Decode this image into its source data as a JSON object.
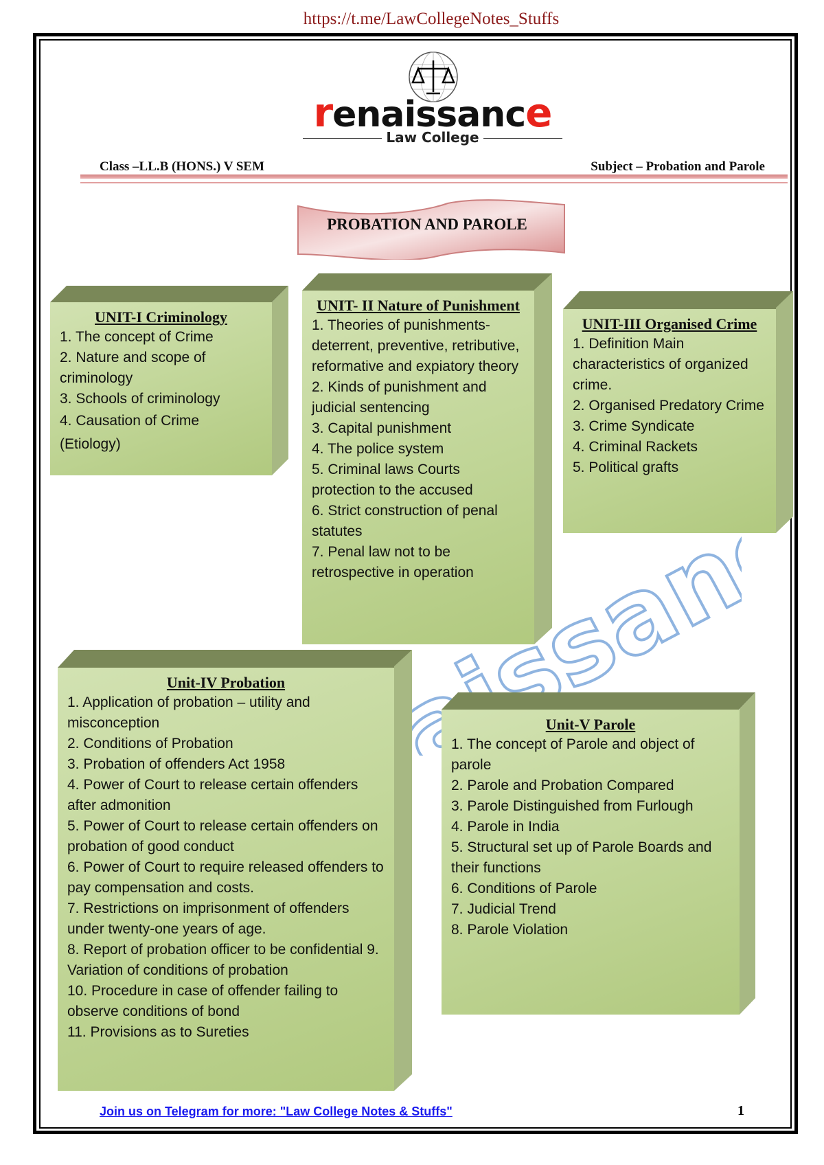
{
  "header_url": "https://t.me/LawCollegeNotes_Stuffs",
  "logo": {
    "word": "renaissance",
    "subtitle": "Law College",
    "icon": "scales-of-justice-globe-icon"
  },
  "class_line": "Class –LL.B (HONS.) V SEM",
  "subject_line": "Subject –  Probation and Parole",
  "banner_title": "PROBATION AND PAROLE",
  "watermark": "Renaissance College",
  "units": [
    {
      "title": "UNIT-I Criminology",
      "items": [
        "1. The concept of Crime",
        "2. Nature and scope of criminology",
        "3. Schools of criminology",
        "4. Causation of Crime (Etiology)"
      ]
    },
    {
      "title": "UNIT- II Nature of Punishment",
      "items": [
        "1. Theories of punishments- deterrent, preventive, retributive, reformative and expiatory theory",
        "2. Kinds of punishment and judicial sentencing",
        "3. Capital punishment",
        "4. The police system",
        "5. Criminal laws Courts protection to the accused",
        "6. Strict construction of penal statutes",
        "7. Penal law not to be retrospective in operation"
      ]
    },
    {
      "title": "UNIT-III Organised Crime",
      "items": [
        "1. Definition Main characteristics of organized crime.",
        "2. Organised Predatory Crime",
        "3. Crime Syndicate",
        "4. Criminal Rackets",
        "5. Political grafts"
      ]
    },
    {
      "title": "Unit-IV Probation",
      "items": [
        "1. Application of probation – utility and misconception",
        "2. Conditions of Probation",
        "3. Probation of offenders Act 1958",
        "4. Power of Court to release certain offenders after admonition",
        "5. Power of Court to release certain offenders on probation of good conduct",
        "6. Power of Court to require released offenders to pay compensation and costs.",
        "7. Restrictions on imprisonment of offenders under twenty-one years of age.",
        "8. Report of probation officer to be confidential 9. Variation of conditions of probation",
        "10. Procedure in case of offender failing to observe conditions of bond",
        "11. Provisions as to Sureties"
      ]
    },
    {
      "title": "Unit-V Parole",
      "items": [
        "1. The concept of Parole and object of parole",
        "2. Parole and Probation Compared",
        "3. Parole Distinguished from Furlough",
        "4. Parole in India",
        "5. Structural set up of Parole Boards and their functions",
        "6. Conditions of Parole",
        "7. Judicial Trend",
        "8. Parole Violation"
      ]
    }
  ],
  "footer": {
    "link": "Join us on Telegram for more: \"Law College Notes & Stuffs\"",
    "page_number": "1"
  },
  "colors": {
    "url": "#8b1a1a",
    "logo_red": "#e8231b",
    "box_green": "#c3d69b",
    "rule_pink": "#d98f8f",
    "link": "#1a1aee"
  }
}
